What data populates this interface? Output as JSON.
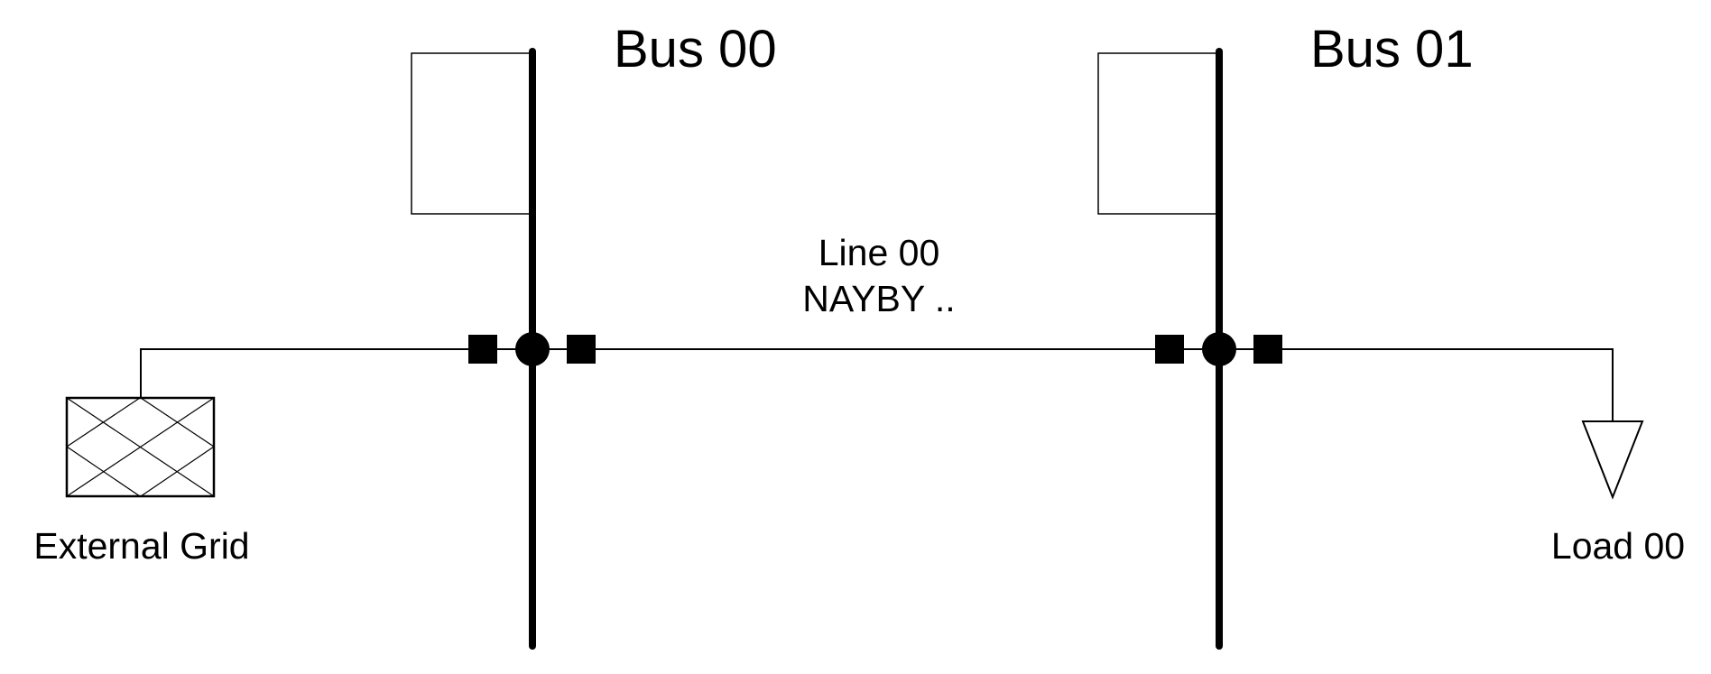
{
  "diagram": {
    "buses": [
      {
        "label": "Bus 00"
      },
      {
        "label": "Bus 01"
      }
    ],
    "line": {
      "name": "Line 00",
      "type": "NAYBY .."
    },
    "external_grid": {
      "label": "External Grid"
    },
    "load": {
      "label": "Load 00"
    }
  }
}
